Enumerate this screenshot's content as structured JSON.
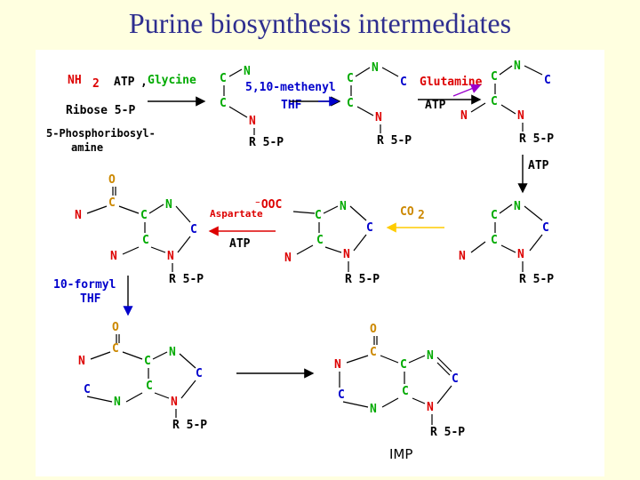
{
  "title": "Purine biosynthesis intermediates",
  "labels": {
    "nh": "NH",
    "nh_sub": "2",
    "ribose": "Ribose 5-P",
    "prpp_line1": "5-Phosphoribosyl-",
    "prpp_line2": "amine",
    "atp": "ATP",
    "comma": ",",
    "glycine": "Glycine",
    "methenyl": "5,10-methenyl",
    "thf": "THF",
    "glutamine": "Glutamine",
    "aspartate": "Aspartate",
    "ooc": "⁻OOC",
    "co2": "CO",
    "co2_sub": "2",
    "formyl": "10-formyl",
    "r5p": "R 5-P",
    "imp": "IMP",
    "C": "C",
    "N": "N",
    "O": "O"
  }
}
